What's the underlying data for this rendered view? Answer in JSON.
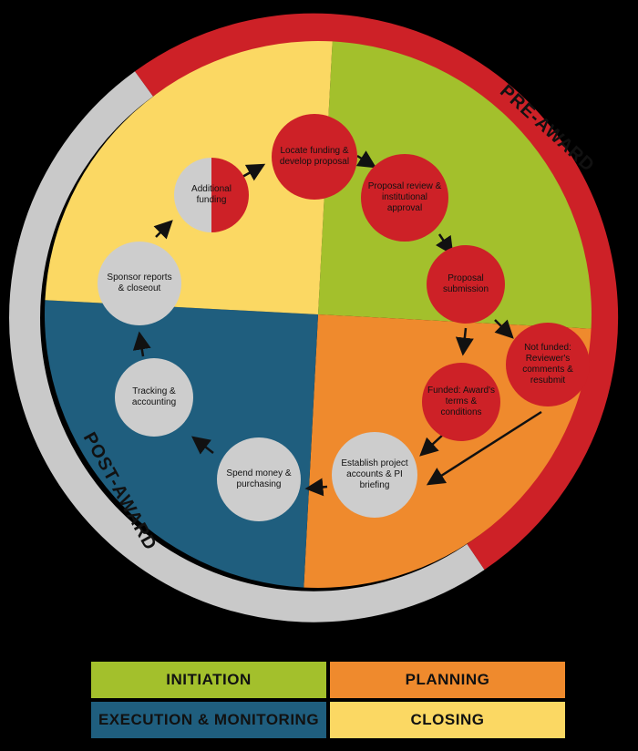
{
  "title": "Grant lifecycle diagram",
  "colors": {
    "initiation_green": "#a3c02c",
    "planning_orange": "#ef8a2d",
    "execution_blue": "#1f5e7e",
    "closing_yellow": "#fbd863",
    "award_red": "#cd2127",
    "ring_gray": "#c9c9c9",
    "node_gray": "#cdcdcd",
    "background": "#000000"
  },
  "ring": {
    "pre_award_label": "PRE-AWARD",
    "post_award_label": "POST-AWARD"
  },
  "nodes": [
    {
      "id": "additional-funding",
      "label": "Additional funding"
    },
    {
      "id": "locate-funding",
      "label": "Locate funding & develop proposal"
    },
    {
      "id": "proposal-review",
      "label": "Proposal review & institutional approval"
    },
    {
      "id": "proposal-submission",
      "label": "Proposal submission"
    },
    {
      "id": "not-funded",
      "label": "Not funded: Reviewer's comments & resubmit"
    },
    {
      "id": "funded",
      "label": "Funded: Award's terms & conditions"
    },
    {
      "id": "establish-project",
      "label": "Establish project accounts & PI briefing"
    },
    {
      "id": "spend-money",
      "label": "Spend money & purchasing"
    },
    {
      "id": "tracking-accounting",
      "label": "Tracking & accounting"
    },
    {
      "id": "sponsor-reports",
      "label": "Sponsor reports & closeout"
    }
  ],
  "legend": [
    {
      "label": "INITIATION",
      "color": "#a3c02c"
    },
    {
      "label": "PLANNING",
      "color": "#ef8a2d"
    },
    {
      "label": "EXECUTION & MONITORING",
      "color": "#1f5e7e"
    },
    {
      "label": "CLOSING",
      "color": "#fbd863"
    }
  ]
}
